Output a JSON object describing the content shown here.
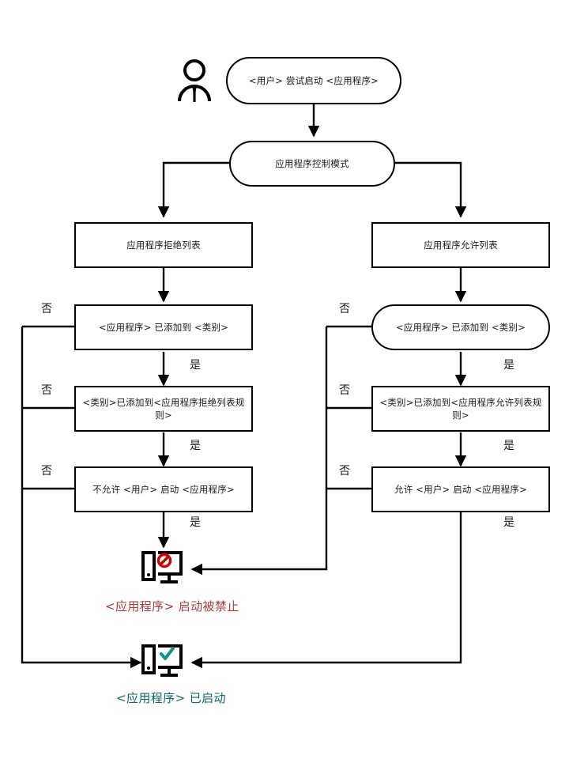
{
  "diagram": {
    "title": "Application Control decision flowchart",
    "actor_icon": "person-icon",
    "nodes": {
      "start": "<用户> 尝试启动 <应用程序>",
      "mode": "应用程序控制模式",
      "deny_list": "应用程序拒绝列表",
      "allow_list": "应用程序允许列表",
      "deny_category": "<应用程序> 已添加到 <类别>",
      "allow_category": "<应用程序> 已添加到 <类别>",
      "deny_rule": "<类别>已添加到<应用程序拒绝列表规则>",
      "allow_rule": "<类别>已添加到<应用程序允许列表规则>",
      "deny_action": "不允许 <用户> 启动 <应用程序>",
      "allow_action": "允许 <用户> 启动 <应用程序>"
    },
    "edge_labels": {
      "no": "否",
      "yes": "是"
    },
    "terminals": {
      "blocked": {
        "text": "<应用程序> 启动被禁止",
        "color": "#b03a3a",
        "icon": "computer-blocked-icon"
      },
      "started": {
        "text": "<应用程序> 已启动",
        "color": "#0d6b63",
        "icon": "computer-allowed-icon"
      }
    },
    "colors": {
      "stroke": "#000000",
      "blocked": "#b03a3a",
      "started": "#0d6b63",
      "background": "#ffffff"
    }
  }
}
